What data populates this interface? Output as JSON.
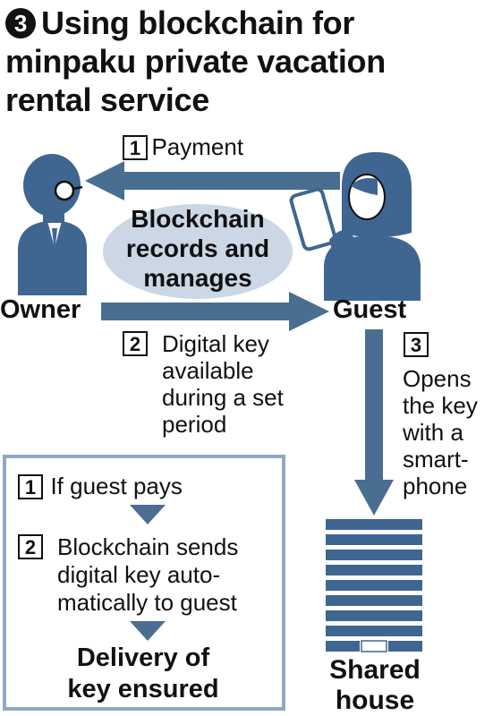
{
  "title": {
    "number": "3",
    "line1": "Using blockchain for",
    "line2": "minpaku private vacation",
    "line3": "rental service"
  },
  "labels": {
    "owner": "Owner",
    "guest": "Guest",
    "shared_house_1": "Shared",
    "shared_house_2": "house",
    "blockchain_1": "Blockchain",
    "blockchain_2": "records and",
    "blockchain_3": "manages"
  },
  "steps": {
    "payment": {
      "num": "1",
      "text": "Payment"
    },
    "digital_key": {
      "num": "2",
      "line1": "Digital key",
      "line2": "available",
      "line3": "during a set",
      "line4": "period"
    },
    "opens_key": {
      "num": "3",
      "line1": "Opens",
      "line2": "the key",
      "line3": "with a",
      "line4": "smart-",
      "line5": "phone"
    }
  },
  "flow_box": {
    "step1": {
      "num": "1",
      "text": "If guest pays"
    },
    "step2": {
      "num": "2",
      "line1": "Blockchain sends",
      "line2": "digital key auto-",
      "line3": "matically to guest"
    },
    "result_1": "Delivery of",
    "result_2": "key ensured"
  },
  "colors": {
    "accent_blue": "#4a6e91",
    "figure_blue": "#3f6690",
    "ellipse": "#ccd7e6",
    "box_border": "#8fa8c2"
  }
}
